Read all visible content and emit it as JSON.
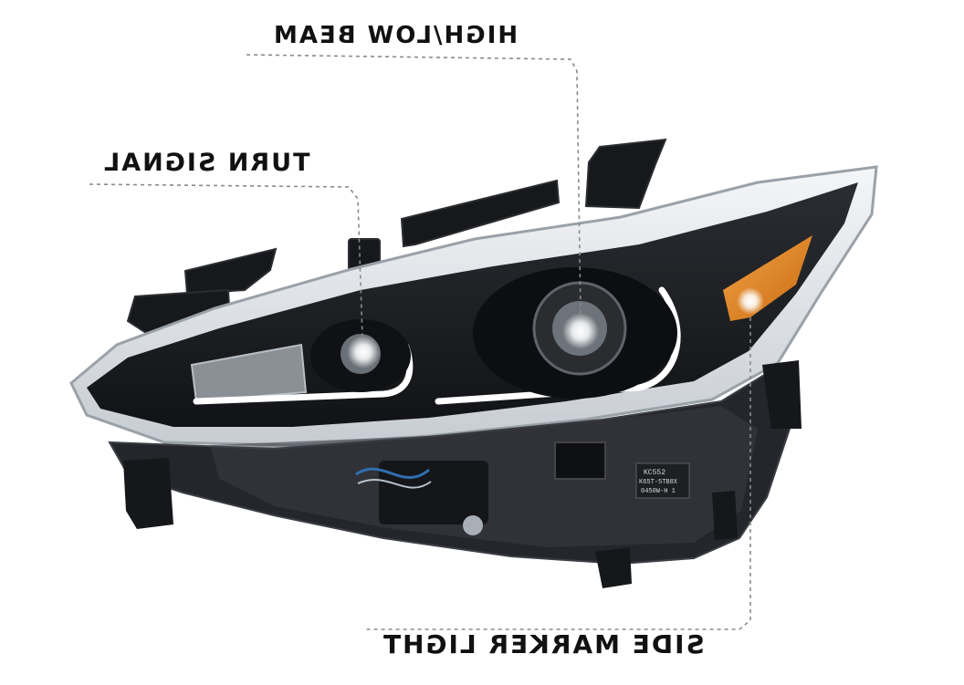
{
  "image": {
    "subject": "headlight",
    "colors": {
      "background": "#ffffff",
      "housing": "#1c1e22",
      "lens": "#e9ecef",
      "amber": "#e48a2a",
      "glow": "#ffffff",
      "leader_line": "#8a8a8a"
    }
  },
  "callouts": {
    "high_low_beam": "HIGH/LOW BEAM",
    "turn_signal": "TURN SIGNAL",
    "side_marker": "SIDE MARKER LIGHT"
  },
  "part_label": {
    "line1": "KC552",
    "line2": "K65T-5TB8X",
    "line3": "0450W-H 1"
  }
}
